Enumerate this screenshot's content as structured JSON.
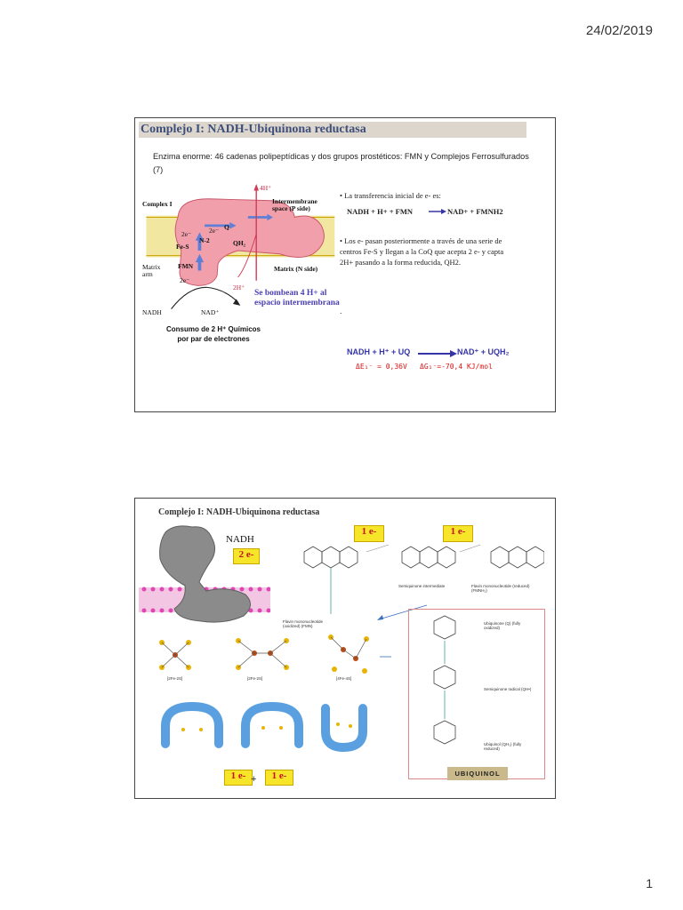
{
  "page": {
    "date": "24/02/2019",
    "number": "1"
  },
  "slide1": {
    "title": "Complejo I: NADH-Ubiquinona reductasa",
    "intro": "Enzima enorme: 46 cadenas polipeptídicas y dos grupos prostéticos: FMN y Complejos Ferrosulfurados (7)",
    "diagram": {
      "complex": "Complex I",
      "intermembrane": "Intermembrane space (P side)",
      "matrix_side": "Matrix (N side)",
      "matrix_arm": "Matrix arm",
      "h4": "4H⁺",
      "h2": "2H⁺",
      "fes": "Fe-S",
      "n2": "N-2",
      "q": "Q",
      "qh2": "QH₂",
      "fmn": "FMN",
      "e1": "2e⁻",
      "e2": "2e⁻",
      "e3": "2e⁻",
      "nadh": "NADH",
      "nadp": "NAD⁺"
    },
    "bombean": "Se bombean 4 H+ al espacio intermembrana",
    "consumo": "Consumo de 2 H⁺ Químicos por par de electrones",
    "bullet1": "• La transferencia inicial de e- es:",
    "eq1_left": "NADH + H+ + FMN",
    "eq1_right": "NAD+ + FMNH2",
    "bullet2": "• Los e- pasan posteriormente a través de una serie de centros Fe-S y llegan a la CoQ que acepta 2 e- y capta 2H+ pasando a la forma reducida, QH2.",
    "dot": ".",
    "eq2_left": "NADH + H⁺ + UQ",
    "eq2_right": "NAD⁺ + UQH₂",
    "delta_e": "ΔE₁⁻ = 0,36V",
    "delta_g": "ΔG₁⁻=-70,4 KJ/mol"
  },
  "slide2": {
    "title": "Complejo I: NADH-Ubiquinona reductasa",
    "nadh": "NADH",
    "two_e": "2 e-",
    "one_e_a": "1 e-",
    "one_e_b": "1 e-",
    "one_e_c": "1 e-",
    "one_e_d": "1 e-",
    "plus": "+",
    "fmn_label": "Flavin mononucleotide (oxidized) (FMN)",
    "semi_label": "Semiquinone intermediate",
    "fmnh2_label": "Flavin mononucleotide (reduced) (FMNH₂)",
    "ubiquinone_label": "Ubiquinone (Q) (fully oxidized)",
    "semiradical_label": "Semiquinone radical (QH•)",
    "ubiquinol_label": "Ubiquinol (QH₂) (fully reduced)",
    "fes_labels": [
      "[2Fe-2S]",
      "[2Fe-2S]",
      "[4Fe-4S]"
    ],
    "ubiquinol_banner": "UBIQUINOL"
  }
}
